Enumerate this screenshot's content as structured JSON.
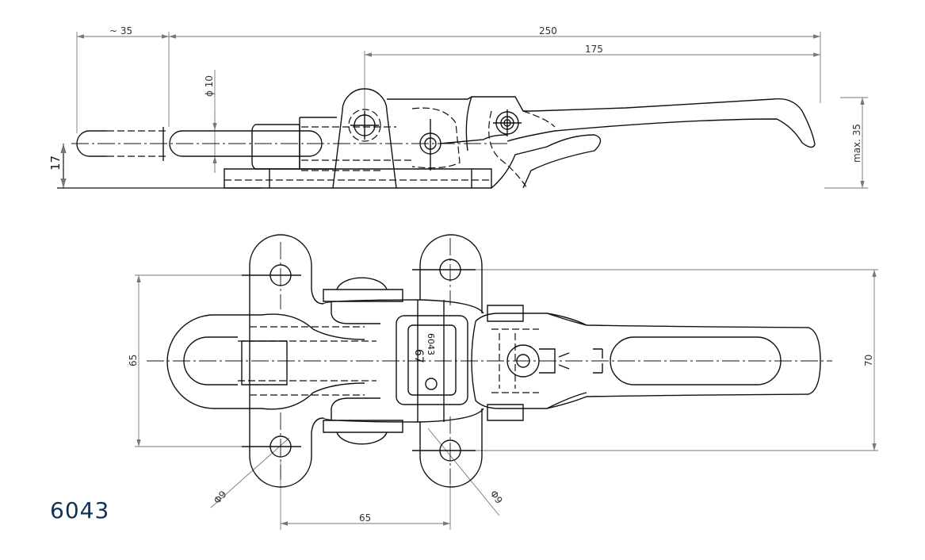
{
  "product_number": "6043",
  "colors": {
    "title": "#0f3358",
    "lines": "#111111",
    "dimensions": "#777777"
  },
  "side_view": {
    "dim_overall": "250",
    "dim_stroke": "~ 35",
    "dim_pivot": "175",
    "dim_pin_diameter": "ϕ 10",
    "dim_height_axis": "17",
    "dim_max_height": "max. 35"
  },
  "top_view": {
    "dim_hole_spacing_vertical": "65",
    "dim_hole_spacing_right": "70",
    "dim_hole_spacing_horizontal": "65",
    "dim_hole_diameter_left": "Φ9",
    "dim_hole_diameter_right": "Φ9",
    "engraving_1": "6043",
    "engraving_2": "67"
  }
}
